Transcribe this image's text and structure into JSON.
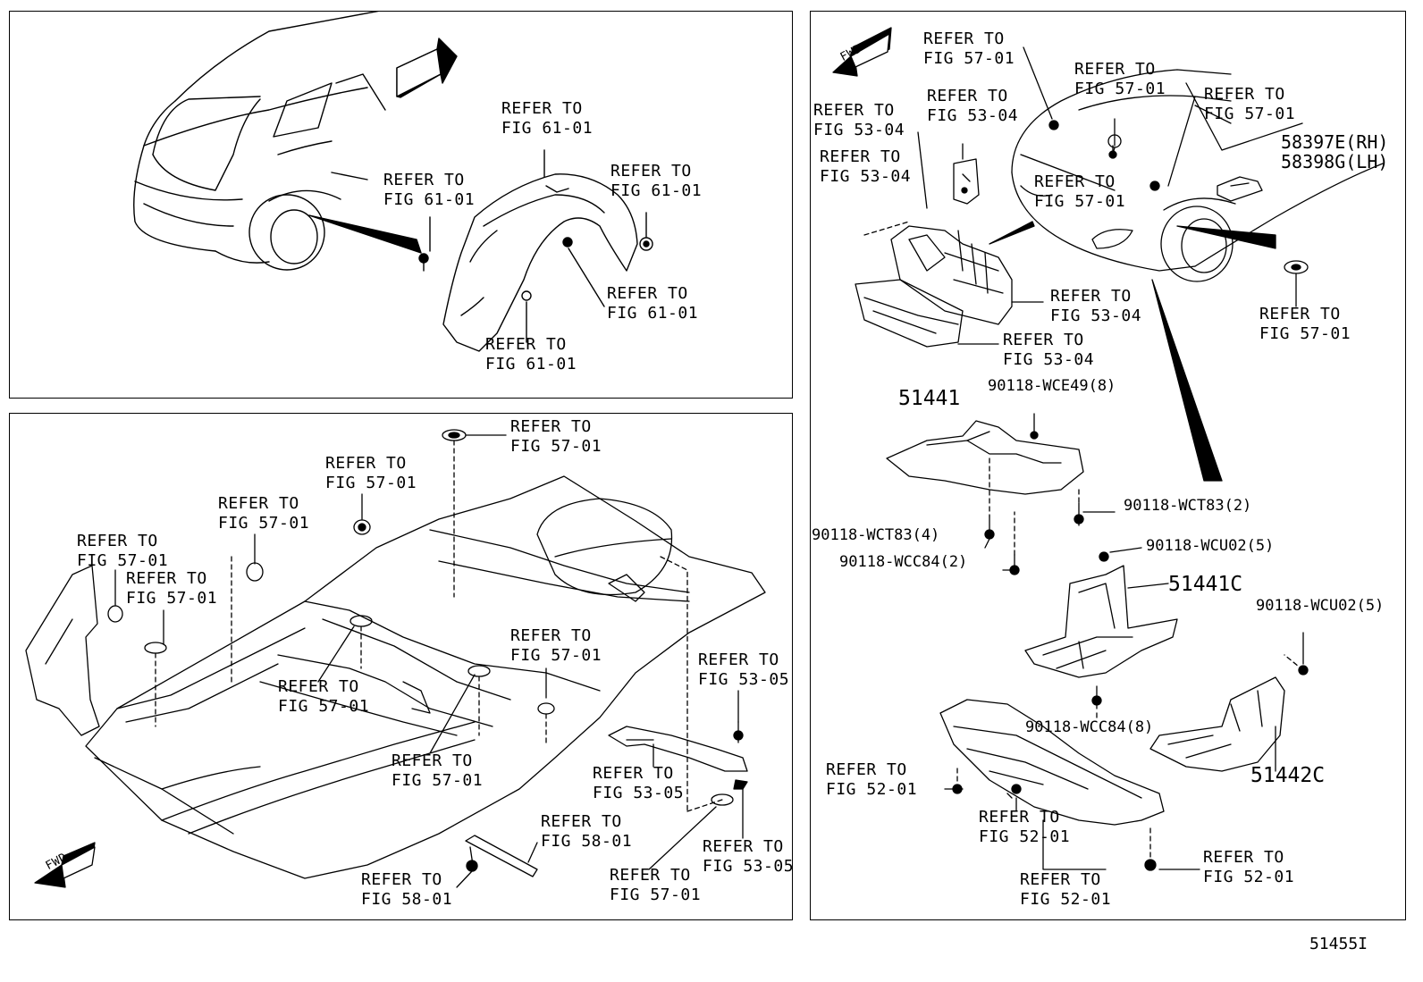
{
  "fwd": "FWD",
  "panels": {
    "top_left": {
      "labels": [
        {
          "line1": "REFER TO",
          "line2": "FIG 61-01"
        },
        {
          "line1": "REFER TO",
          "line2": "FIG 61-01"
        },
        {
          "line1": "REFER TO",
          "line2": "FIG 61-01"
        },
        {
          "line1": "REFER TO",
          "line2": "FIG 61-01"
        },
        {
          "line1": "REFER TO",
          "line2": "FIG 61-01"
        }
      ]
    },
    "bottom_left": {
      "labels": [
        {
          "line1": "REFER TO",
          "line2": "FIG 57-01"
        },
        {
          "line1": "REFER TO",
          "line2": "FIG 57-01"
        },
        {
          "line1": "REFER TO",
          "line2": "FIG 57-01"
        },
        {
          "line1": "REFER TO",
          "line2": "FIG 57-01"
        },
        {
          "line1": "REFER TO",
          "line2": "FIG 57-01"
        },
        {
          "line1": "REFER TO",
          "line2": "FIG 57-01"
        },
        {
          "line1": "REFER TO",
          "line2": "FIG 57-01"
        },
        {
          "line1": "REFER TO",
          "line2": "FIG 57-01"
        },
        {
          "line1": "REFER TO",
          "line2": "FIG 53-05"
        },
        {
          "line1": "REFER TO",
          "line2": "FIG 53-05"
        },
        {
          "line1": "REFER TO",
          "line2": "FIG 58-01"
        },
        {
          "line1": "REFER TO",
          "line2": "FIG 58-01"
        },
        {
          "line1": "REFER TO",
          "line2": "FIG 57-01"
        },
        {
          "line1": "REFER TO",
          "line2": "FIG 53-05"
        }
      ]
    },
    "right": {
      "labels": [
        {
          "line1": "REFER TO",
          "line2": "FIG 57-01"
        },
        {
          "line1": "REFER TO",
          "line2": "FIG 57-01"
        },
        {
          "line1": "REFER TO",
          "line2": "FIG 57-01"
        },
        {
          "line1": "REFER TO",
          "line2": "FIG 53-04"
        },
        {
          "line1": "REFER TO",
          "line2": "FIG 53-04"
        },
        {
          "line1": "REFER TO",
          "line2": "FIG 53-04"
        },
        {
          "line1": "REFER TO",
          "line2": "FIG 57-01"
        },
        {
          "line1": "REFER TO",
          "line2": "FIG 53-04"
        },
        {
          "line1": "REFER TO",
          "line2": "FIG 53-04"
        },
        {
          "line1": "REFER TO",
          "line2": "FIG 57-01"
        },
        {
          "line1": "REFER TO",
          "line2": "FIG 52-01"
        },
        {
          "line1": "REFER TO",
          "line2": "FIG 52-01"
        },
        {
          "line1": "REFER TO",
          "line2": "FIG 52-01"
        },
        {
          "line1": "REFER TO",
          "line2": "FIG 52-01"
        }
      ],
      "parts": {
        "p58397e": "58397E(RH)",
        "p58398g": "58398G(LH)",
        "p51441": "51441",
        "p90118_wce49": "90118-WCE49(8)",
        "p90118_wct83_2": "90118-WCT83(2)",
        "p90118_wct83_4": "90118-WCT83(4)",
        "p90118_wcc84_2": "90118-WCC84(2)",
        "p90118_wcu02_5a": "90118-WCU02(5)",
        "p51441c": "51441C",
        "p90118_wcu02_5b": "90118-WCU02(5)",
        "p90118_wcc84_8": "90118-WCC84(8)",
        "p51442c": "51442C"
      }
    }
  },
  "illustration_code": "51455I"
}
